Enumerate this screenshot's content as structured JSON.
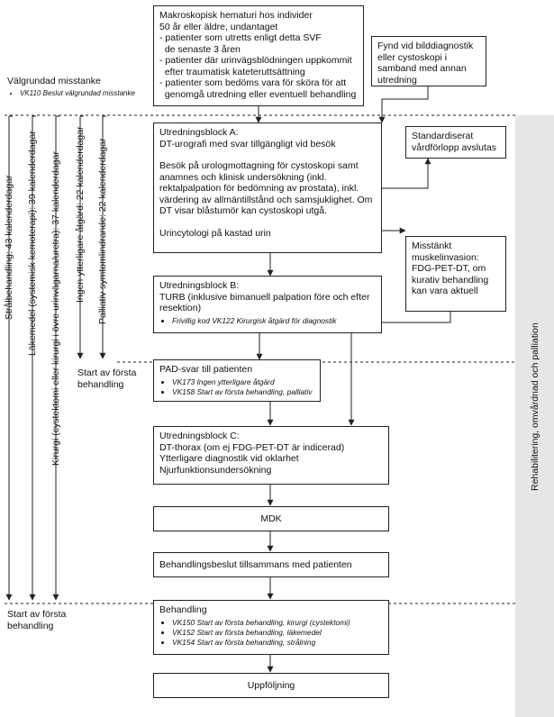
{
  "top_box": {
    "title": "Makroskopisk hematuri hos individer",
    "line2": "50 år eller äldre, undantaget",
    "items": [
      "- patienter som utretts enligt detta SVF",
      "  de senaste 3 åren",
      "- patienter där urinvägsblödningen uppkommit",
      "  efter traumatisk kateteruttsättning",
      "- patienter som bedöms vara för sköra för att",
      "  genomgå utredning eller eventuell behandling"
    ]
  },
  "imaging_box": {
    "text": "Fynd vid bilddiagnostik eller cystoskopi i samband med annan utredning"
  },
  "suspicion": {
    "title": "Välgrundad misstanke",
    "codes": [
      "VK110 Beslut välgrundad misstanke"
    ]
  },
  "block_a": {
    "title": "Utredningsblock A:",
    "line1": "DT-urografi med svar tillgängligt vid besök",
    "para": "Besök på urologmottagning för cystoskopi samt anamnes och klinisk undersökning (inkl. rektalpalpation för bedömning av prostata), inkl. värdering av allmäntillstånd och samsjuklighet. Om DT visar blåstumör kan cystoskopi utgå.",
    "line_last": "Urincytologi på kastad urin"
  },
  "std_box": {
    "text": "Standardiserat vårdförlopp avslutas"
  },
  "muscle_box": {
    "text": "Misstänkt muskelinvasion: FDG-PET-DT, om kurativ behandling kan vara aktuell"
  },
  "block_b": {
    "title": "Utredningsblock B:",
    "text": "TURB (inklusive bimanuell palpation före och efter resektion)",
    "codes": [
      "Frivillig kod VK122 Kirurgisk åtgärd för diagnostik"
    ]
  },
  "pad_box": {
    "title": "PAD-svar till patienten",
    "codes": [
      "VK173 Ingen ytterligare åtgärd",
      "VK158 Start av första behandling, palliativ"
    ]
  },
  "block_c": {
    "title": "Utredningsblock C:",
    "lines": [
      "DT-thorax (om ej FDG-PET-DT är indicerad)",
      "Ytterligare diagnostik vid oklarhet",
      "Njurfunktionsundersökning"
    ]
  },
  "mdk_box": {
    "text": "MDK"
  },
  "decision_box": {
    "text": "Behandlingsbeslut tillsammans med patienten"
  },
  "treatment_box": {
    "title": "Behandling",
    "codes": [
      "VK150 Start av första behandling, kirurgi (cystektomi)",
      "VK152 Start av första behandling, läkemedel",
      "VK154 Start av första behandling, strålning"
    ]
  },
  "followup_box": {
    "text": "Uppföljning"
  },
  "timelines": [
    "Strålbehandling: 43 kalenderdagar",
    "Läkemedel (systemisk kemoterapi): 39 kalenderdagar",
    "Kirurgi (cystektomi eller kirurgi i övre urinvägarna/uretra): 37 kalenderdagar",
    "Ingen ytterligare åtgärd: 22 kalenderdagar",
    "Palliativ symtomlindrande: 22 kalenderdagar"
  ],
  "start_label_1": "Start av första behandling",
  "start_label_2": "Start av första behandling",
  "side_column": {
    "text": "Rehabilitering, omvårdnad och palliation"
  },
  "colors": {
    "line": "#222222",
    "side_column": "#e6e6e6"
  }
}
